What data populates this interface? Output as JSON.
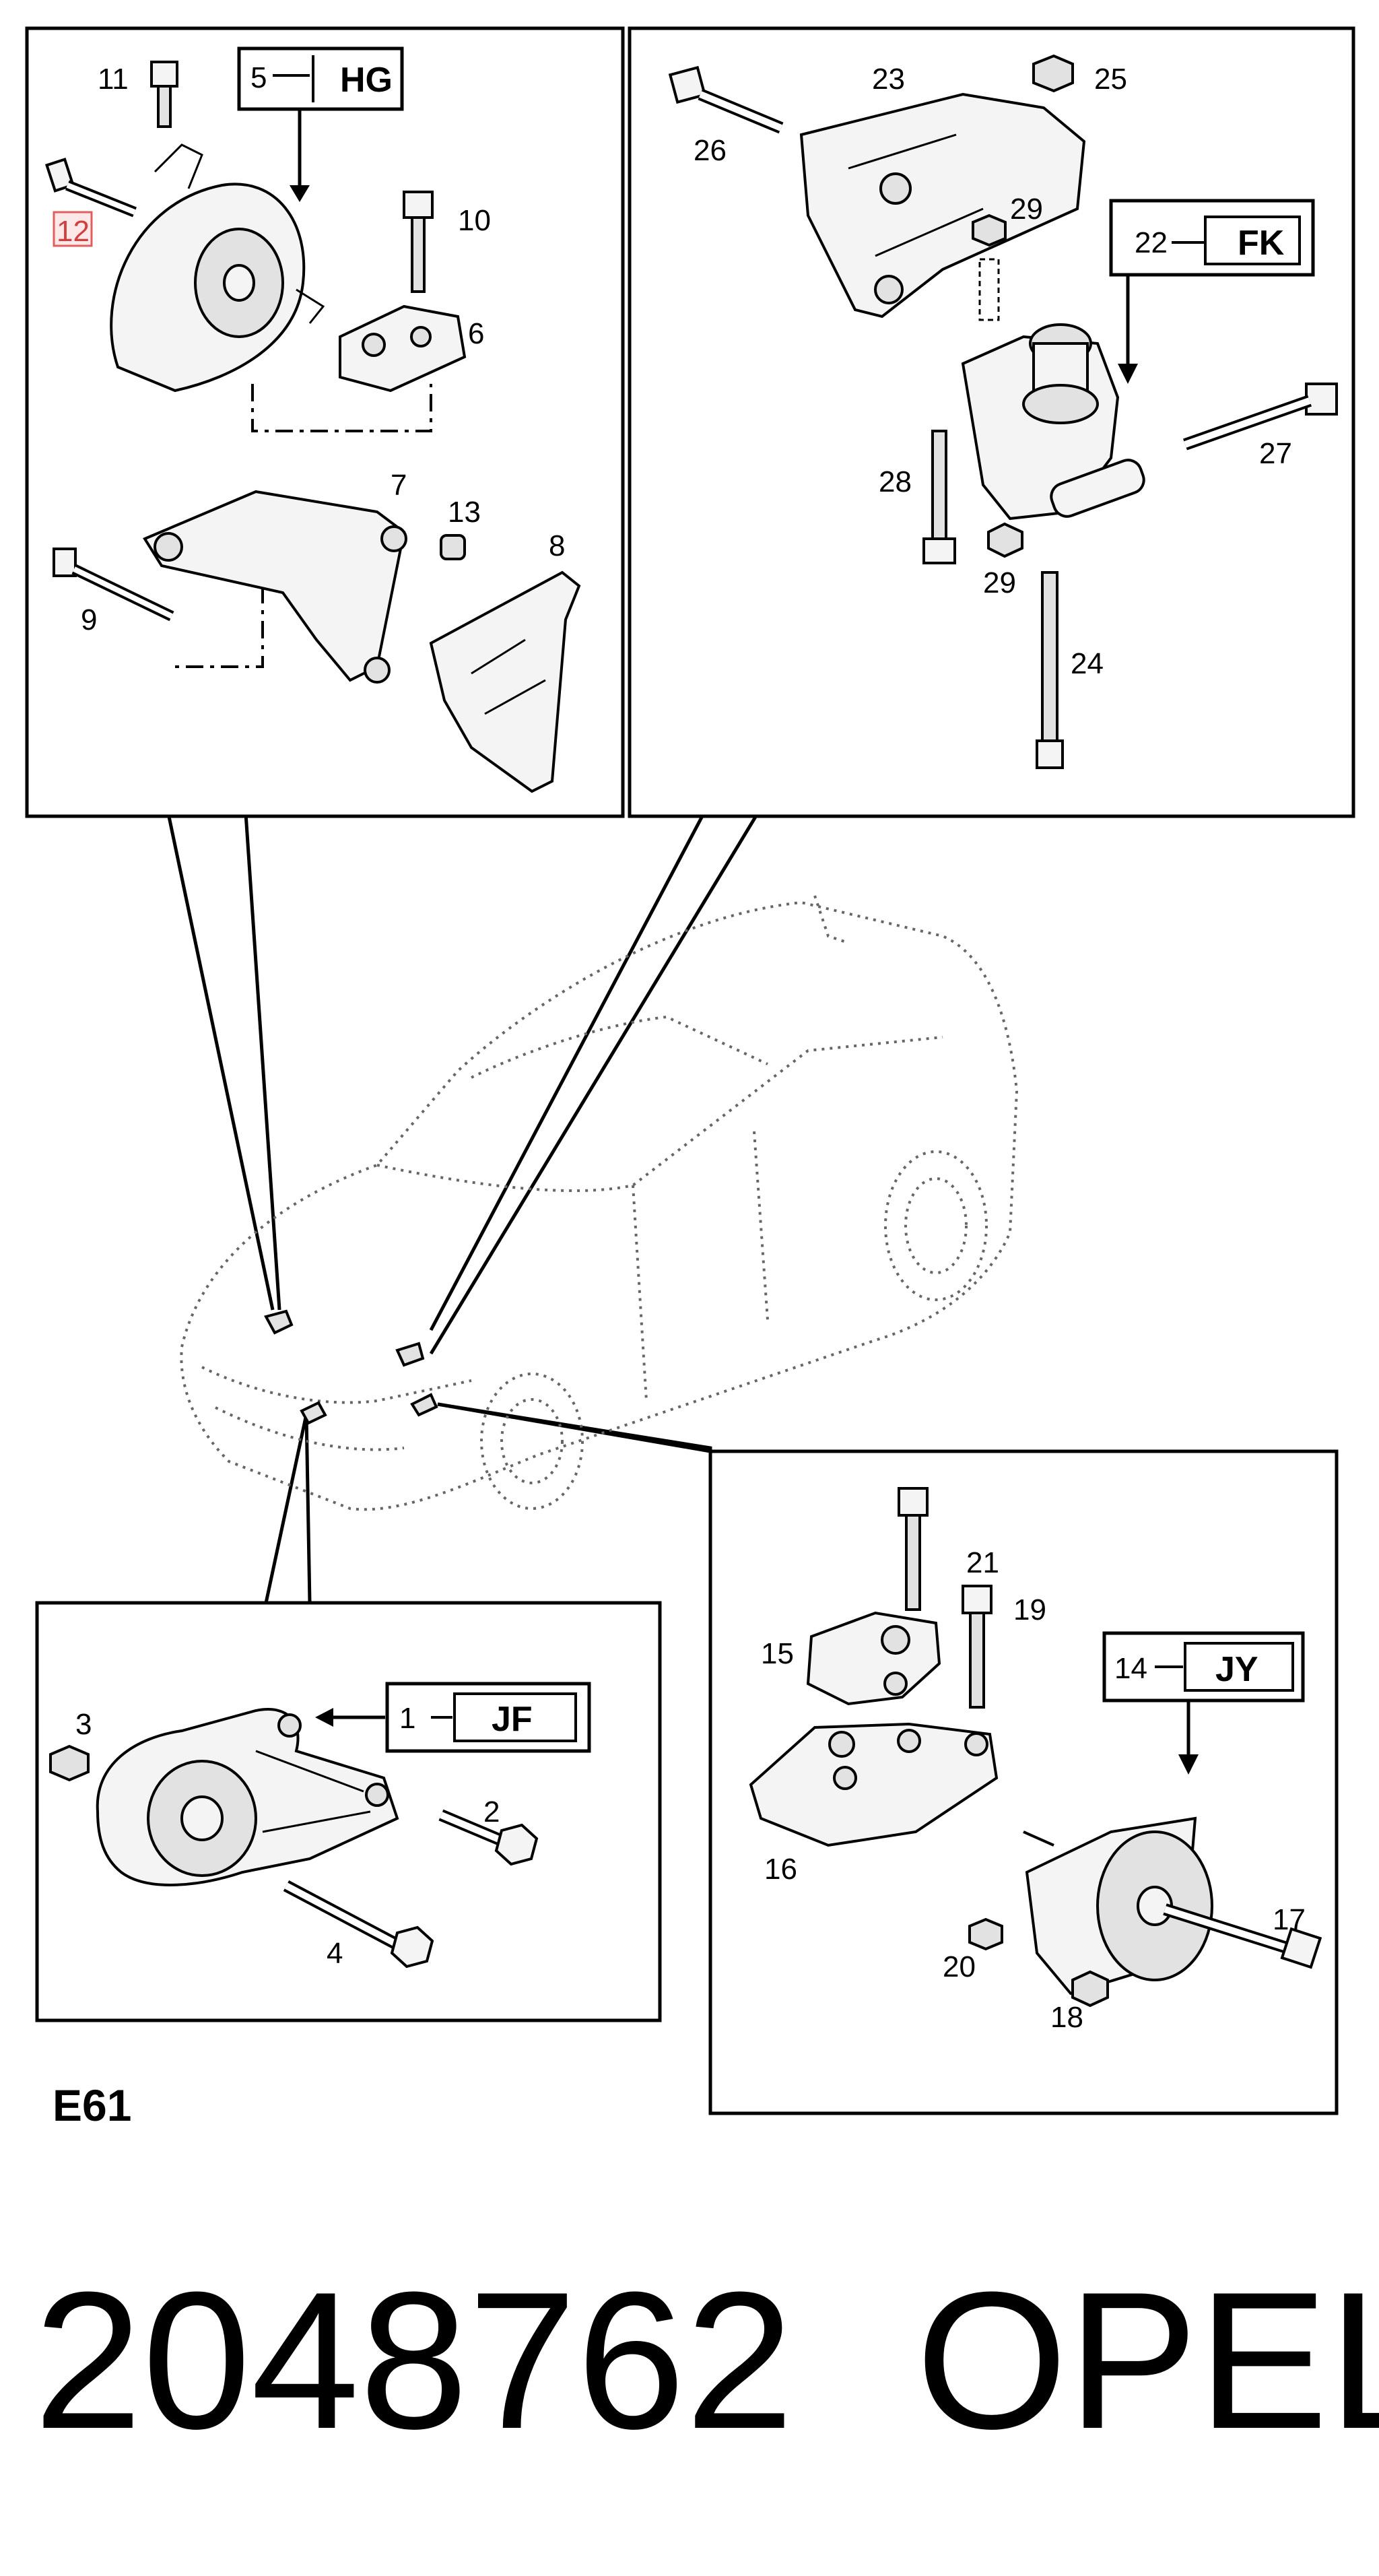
{
  "section_code": "E61",
  "part_number": "2048762",
  "brand": "OPEL",
  "panels": {
    "top_left": {
      "callout_number": "5",
      "callout_code": "HG",
      "part_labels": [
        "11",
        "12",
        "10",
        "6",
        "7",
        "13",
        "8",
        "9"
      ]
    },
    "top_right": {
      "callout_number": "22",
      "callout_code": "FK",
      "part_labels": [
        "23",
        "25",
        "26",
        "29",
        "28",
        "27",
        "29",
        "24"
      ]
    },
    "bottom_left": {
      "callout_number": "1",
      "callout_code": "JF",
      "part_labels": [
        "3",
        "2",
        "4"
      ]
    },
    "bottom_right": {
      "callout_number": "14",
      "callout_code": "JY",
      "part_labels": [
        "21",
        "19",
        "15",
        "16",
        "17",
        "20",
        "18"
      ]
    }
  }
}
